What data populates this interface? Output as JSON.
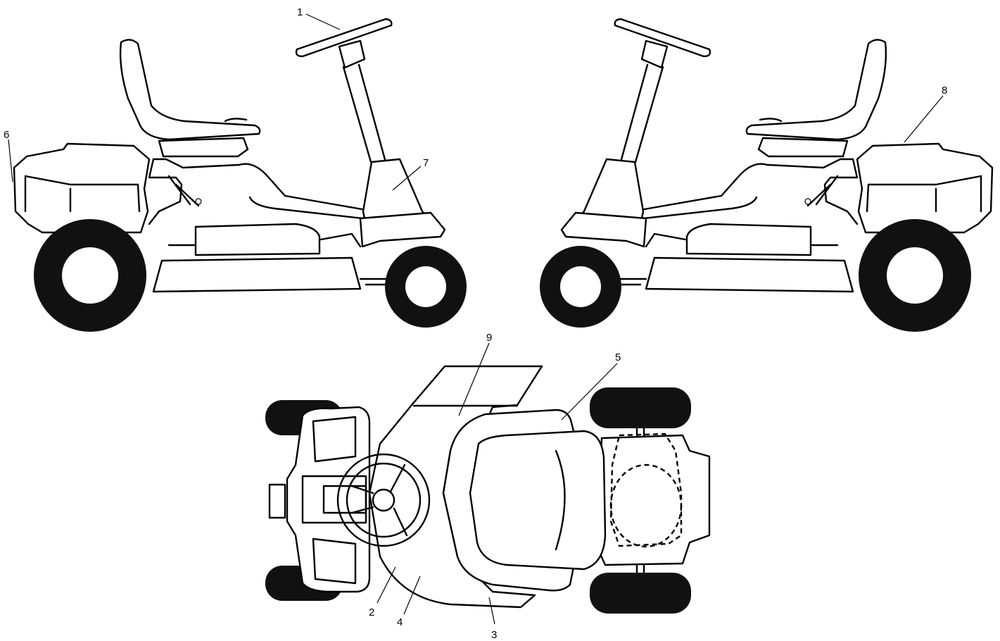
{
  "figure": {
    "views": [
      "left-side-view",
      "right-side-view",
      "top-view"
    ],
    "callouts": [
      {
        "id": "c1",
        "label": "1"
      },
      {
        "id": "c2",
        "label": "2"
      },
      {
        "id": "c3",
        "label": "3"
      },
      {
        "id": "c4",
        "label": "4"
      },
      {
        "id": "c5",
        "label": "5"
      },
      {
        "id": "c6",
        "label": "6"
      },
      {
        "id": "c7",
        "label": "7"
      },
      {
        "id": "c8",
        "label": "8"
      },
      {
        "id": "c9",
        "label": "9"
      }
    ]
  },
  "colors": {
    "line": "#000000",
    "tire": "#111111",
    "background": "#ffffff"
  }
}
